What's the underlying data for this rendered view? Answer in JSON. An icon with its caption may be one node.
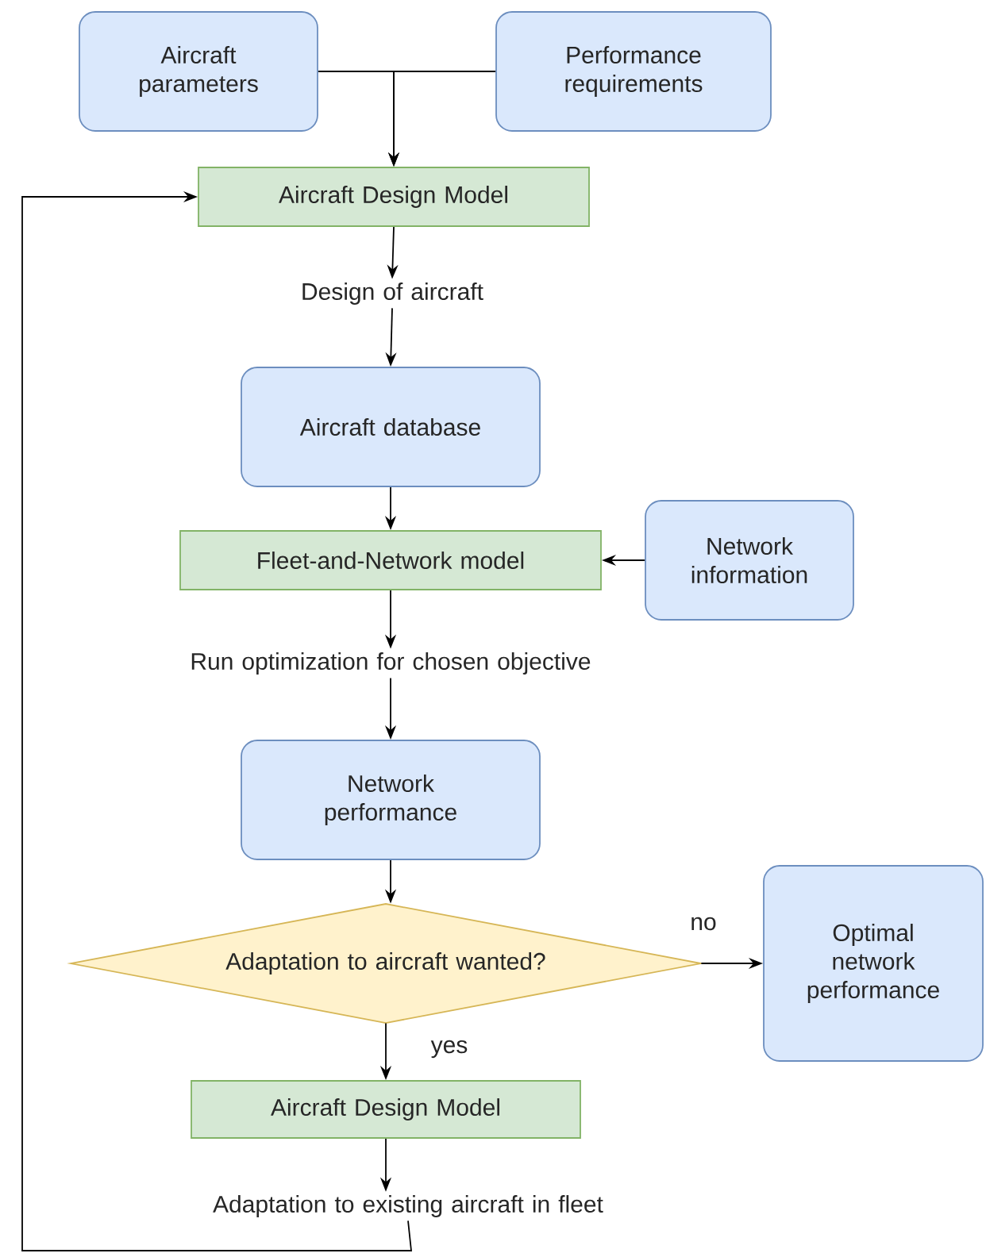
{
  "diagram": {
    "nodes": [
      {
        "text": [
          "Aircraft parameters"
        ]
      },
      {
        "text": [
          "Performance requirements"
        ]
      },
      {
        "text": [
          "Aircraft Design Model"
        ]
      },
      {
        "text": [
          "Design of aircraft"
        ]
      },
      {
        "text": [
          "Aircraft database"
        ]
      },
      {
        "text": [
          "Fleet-and-Network model"
        ]
      },
      {
        "text": [
          "Network information"
        ]
      },
      {
        "text": [
          "Run optimization for chosen objective"
        ]
      },
      {
        "text": [
          "Network performance"
        ]
      },
      {
        "text": [
          "Adaptation to aircraft wanted?"
        ]
      },
      {
        "text": [
          "Optimal network performance"
        ]
      },
      {
        "text": [
          "Aircraft Design Model"
        ]
      },
      {
        "text": [
          "Adaptation to existing aircraft in fleet"
        ]
      }
    ],
    "edges": [
      {
        "from": 0,
        "to": 2,
        "arrow": "to"
      },
      {
        "from": 1,
        "to": 2,
        "arrow": "to"
      },
      {
        "from": 2,
        "to": 3,
        "arrow": "to"
      },
      {
        "from": 3,
        "to": 4,
        "arrow": "to"
      },
      {
        "from": 4,
        "to": 5,
        "arrow": "to"
      },
      {
        "from": 6,
        "to": 5,
        "arrow": "to"
      },
      {
        "from": 5,
        "to": 7,
        "arrow": "to"
      },
      {
        "from": 7,
        "to": 8,
        "arrow": "to"
      },
      {
        "from": 8,
        "to": 9,
        "arrow": "to"
      },
      {
        "from": 9,
        "to": 10,
        "arrow": "to",
        "label": "no"
      },
      {
        "from": 9,
        "to": 11,
        "arrow": "to",
        "label": "yes"
      },
      {
        "from": 11,
        "to": 12,
        "arrow": "to"
      },
      {
        "from": 12,
        "to": 2,
        "arrow": "to"
      }
    ]
  }
}
